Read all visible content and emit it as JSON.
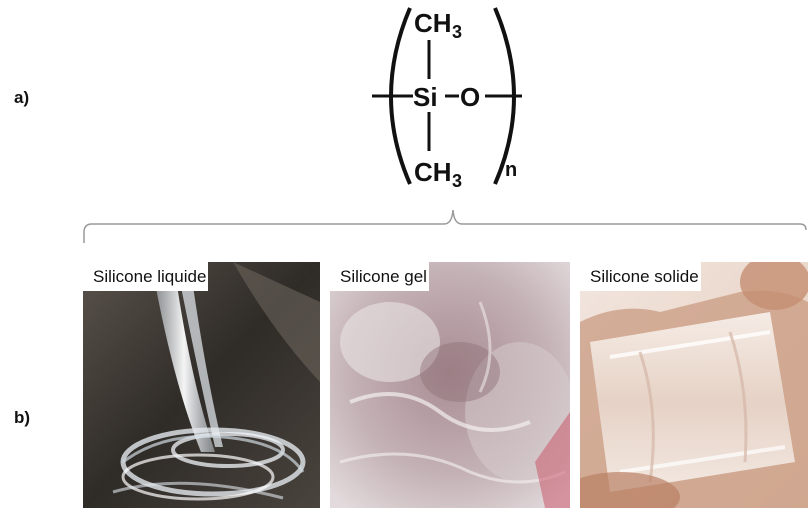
{
  "panels": {
    "a_label": "a)",
    "b_label": "b)"
  },
  "formula": {
    "atom_si": "Si",
    "atom_o": "O",
    "methyl_top": "CH",
    "methyl_top_sub": "3",
    "methyl_bottom": "CH",
    "methyl_bottom_sub": "3",
    "repeat_index": "n"
  },
  "photos": [
    {
      "caption": "Silicone liquide"
    },
    {
      "caption": "Silicone gel"
    },
    {
      "caption": "Silicone solide"
    }
  ],
  "colors": {
    "text": "#111111",
    "bracket": "#9a9a9a",
    "liquid_bg": "#3a3632",
    "gel_bg": "#b8a2a6",
    "solid_bg": "#d9b9a6"
  }
}
